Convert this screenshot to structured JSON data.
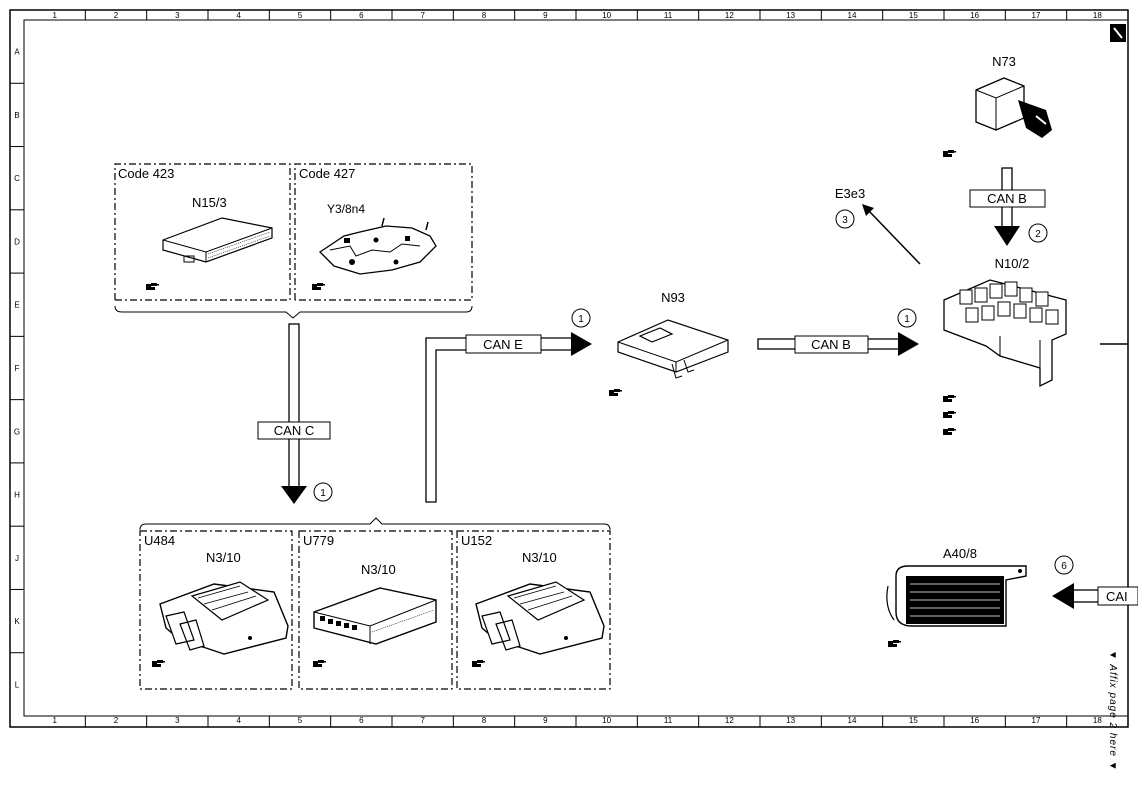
{
  "grid": {
    "columns": [
      "1",
      "2",
      "3",
      "4",
      "5",
      "6",
      "7",
      "8",
      "9",
      "10",
      "11",
      "12",
      "13",
      "14",
      "15",
      "16",
      "17",
      "18"
    ],
    "rows": [
      "A",
      "B",
      "C",
      "D",
      "E",
      "F",
      "G",
      "H",
      "J",
      "K",
      "L"
    ]
  },
  "groups": {
    "top": [
      {
        "code": "Code 423",
        "part": "N15/3"
      },
      {
        "code": "Code 427",
        "part": "Y3/8n4"
      }
    ],
    "bottom": [
      {
        "code": "U484",
        "part": "N3/10"
      },
      {
        "code": "U779",
        "part": "N3/10"
      },
      {
        "code": "U152",
        "part": "N3/10"
      }
    ]
  },
  "components": {
    "n93": "N93",
    "n73": "N73",
    "n10_2": "N10/2",
    "a40_8": "A40/8",
    "e3e3": "E3e3"
  },
  "buses": {
    "can_c": "CAN C",
    "can_e": "CAN E",
    "can_b_1": "CAN B",
    "can_b_2": "CAN B",
    "can_partial": "CAI"
  },
  "markers": {
    "m1": "1",
    "m2": "1",
    "m3": "1",
    "m4": "2",
    "m5": "3",
    "m6": "6"
  },
  "side_note": "▼ Affix page 2 here ▼",
  "icon_names": [
    "reference-hand-icon",
    "vehicle-component-icon",
    "arrowhead-icon"
  ]
}
